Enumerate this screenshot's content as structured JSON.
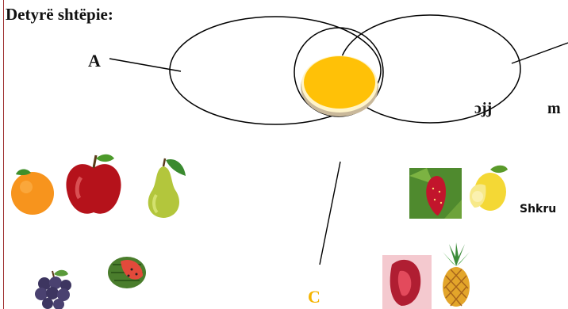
{
  "heading": "Detyrë shtëpie:",
  "diagram": {
    "label_a": "A",
    "label_c": "C",
    "partial_text_1": "ɔjj",
    "partial_text_2": "m",
    "instruction_partial": "Shkru"
  },
  "colors": {
    "rule": "#9c2b2b",
    "label_c": "#f5b400",
    "center_fill": "#ffc107"
  },
  "images": [
    "orange-image",
    "red-apple-image",
    "pear-image",
    "grapes-image",
    "watermelon-image",
    "strawberry-image",
    "lemon-image",
    "pomegranate-image",
    "pineapple-image"
  ]
}
